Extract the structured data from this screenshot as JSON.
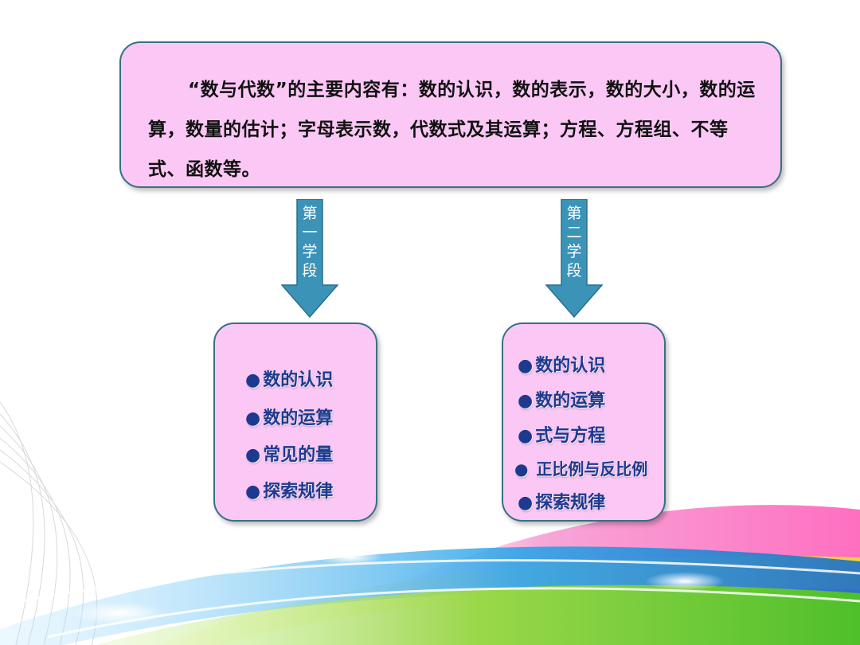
{
  "summary": {
    "text": "“数与代数”的主要内容有：数的认识，数的表示，数的大小，数的运算，数量的估计；字母表示数，代数式及其运算；方程、方程组、不等式、函数等。"
  },
  "stage_one": {
    "arrow_label": "第一学段",
    "items": [
      "数的认识",
      "数的运算",
      "常见的量",
      "探索规律"
    ]
  },
  "stage_two": {
    "arrow_label": "第二学段",
    "items": [
      "数的认识",
      "数的运算",
      "式与方程",
      "正比例与反比例",
      "探索规律"
    ]
  },
  "colors": {
    "box_fill": "#fbc8f6",
    "box_border": "#3a6f82",
    "arrow_fill": "#3b93b8",
    "item_text": "#1e3a8f"
  }
}
